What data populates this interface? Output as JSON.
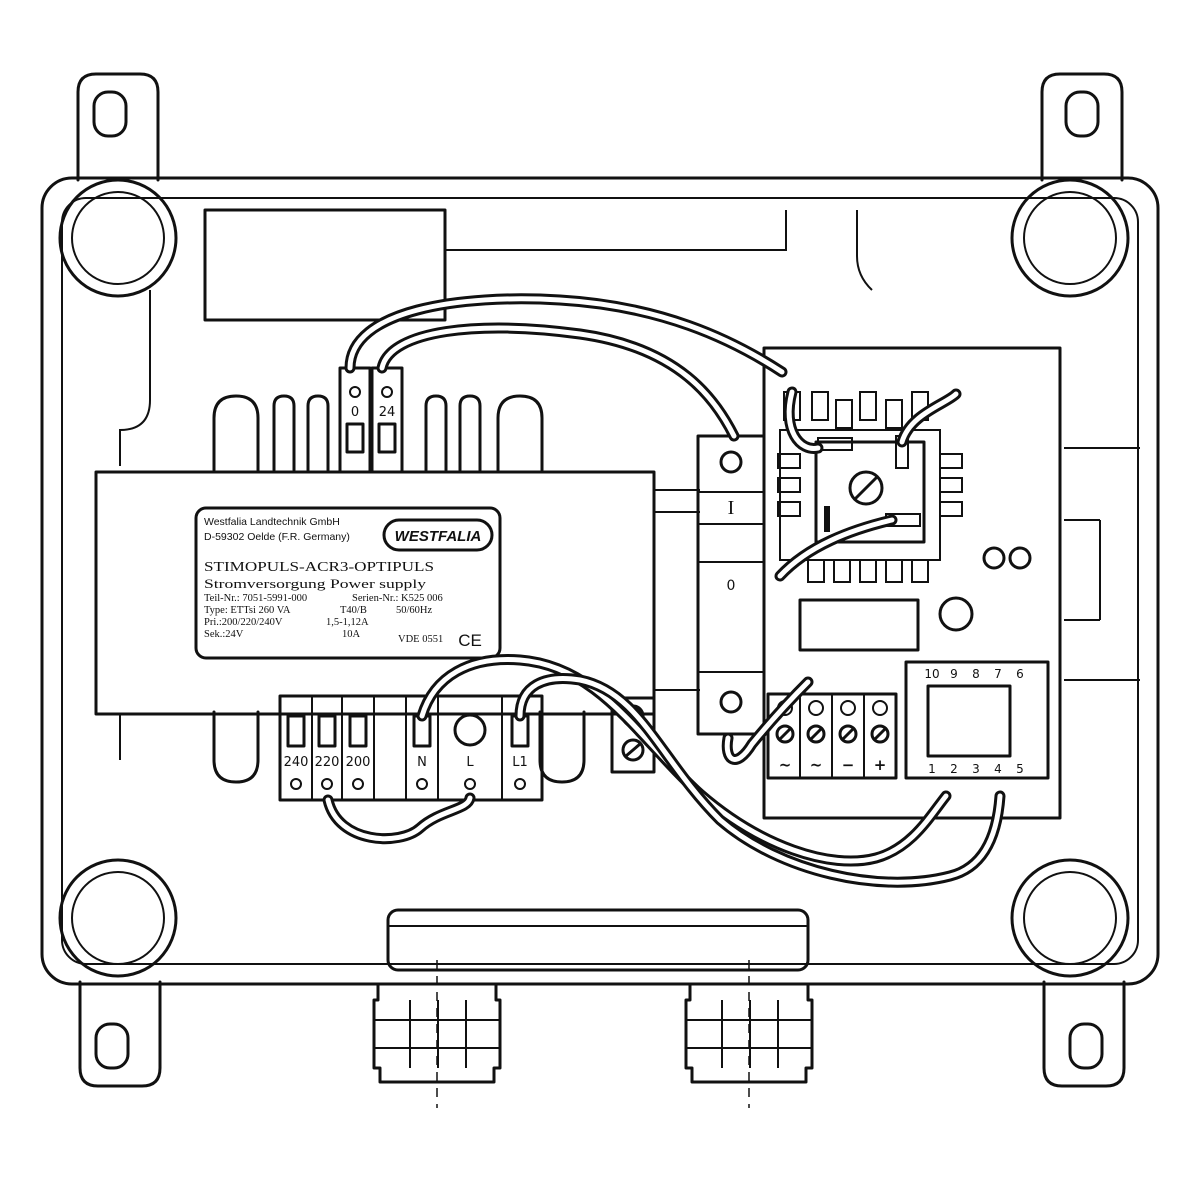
{
  "nameplate": {
    "maker": "Westfalia Landtechnik GmbH",
    "address": "D-59302 Oelde (F.R. Germany)",
    "brand": "WESTFALIA",
    "product": "STIMOPULS-ACR3-OPTIPULS",
    "description": "Stromversorgung Power supply",
    "part_number": "Teil-Nr.: 7051-5991-000",
    "serial_number": "Serien-Nr.: K525 006",
    "type": "Type: ETTsi 260 VA",
    "rating": "T40/B",
    "frequency": "50/60Hz",
    "primary": "Pri.:200/220/240V",
    "primary_current": "1,5-1,12A",
    "secondary": "Sek.:24V",
    "secondary_current": "10A",
    "standard": "VDE 0551",
    "ce_mark": "CE"
  },
  "secondary_terminals": [
    "0",
    "24"
  ],
  "primary_terminals": [
    "240",
    "220",
    "200",
    "N",
    "L",
    "L1"
  ],
  "switch": {
    "on_mark": "I",
    "off_mark": "0"
  },
  "dc_terminals": [
    "~",
    "~",
    "−",
    "+"
  ],
  "connector": {
    "top_pins": [
      "10",
      "9",
      "8",
      "7",
      "6"
    ],
    "bottom_pins": [
      "1",
      "2",
      "3",
      "4",
      "5"
    ]
  },
  "icons": [
    "mounting-lug-icon",
    "corner-boss-icon",
    "screw-terminal-icon",
    "cable-gland-icon",
    "potentiometer-icon",
    "ground-screw-icon"
  ],
  "colors": {
    "ink": "#111111",
    "paper": "#ffffff"
  }
}
